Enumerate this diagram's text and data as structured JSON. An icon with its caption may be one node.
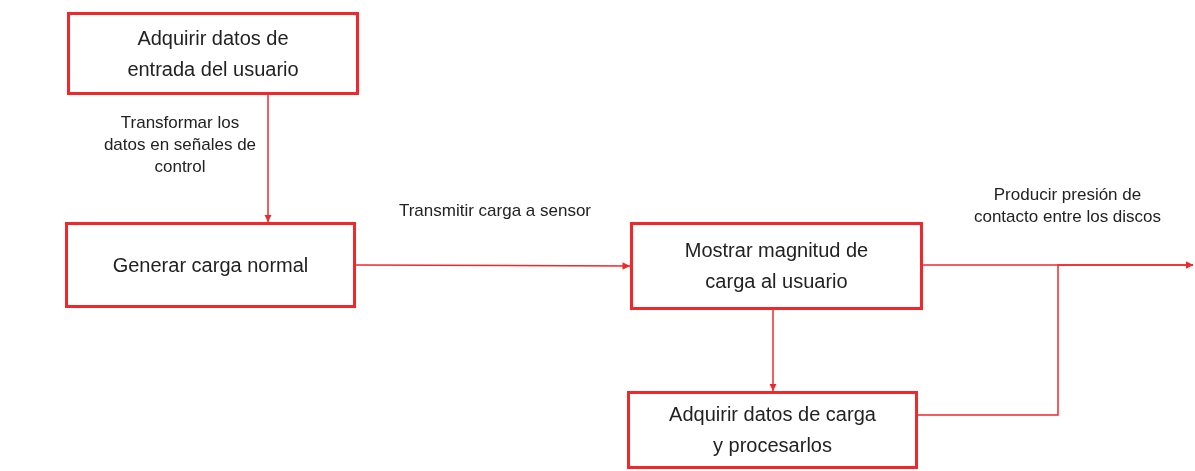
{
  "diagram": {
    "nodes": [
      {
        "text": [
          "Adquirir datos de entrada del usuario"
        ]
      },
      {
        "text": [
          "Generar carga normal"
        ]
      },
      {
        "text": [
          "Mostrar magnitud de carga al usuario"
        ]
      },
      {
        "text": [
          "Adquirir datos de carga y procesarlos"
        ]
      }
    ],
    "edges": [
      {
        "from": 0,
        "to": 1,
        "arrow": "to",
        "label": "Transformar los datos en señales de control"
      },
      {
        "from": 1,
        "to": 2,
        "arrow": "to",
        "label": "Transmitir carga a sensor"
      },
      {
        "from": 2,
        "to": null,
        "arrow": "to",
        "label": "Producir presión de contacto entre los discos"
      },
      {
        "from": 2,
        "to": 3,
        "arrow": "to"
      },
      {
        "from": 3,
        "to": null,
        "arrow": "to"
      }
    ]
  }
}
